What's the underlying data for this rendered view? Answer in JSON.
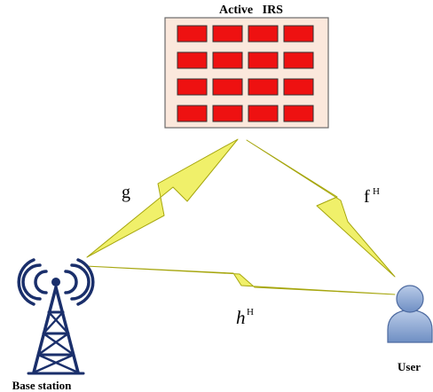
{
  "irs": {
    "label": "Active   IRS"
  },
  "base_station": {
    "label": "Base station"
  },
  "user": {
    "label": "User"
  },
  "links": {
    "g": {
      "symbol": "g"
    },
    "f": {
      "symbol": "f",
      "sup": "H"
    },
    "h": {
      "symbol": "h",
      "sup": "H"
    }
  },
  "colors": {
    "irs_panel_fill": "#fbe8dc",
    "irs_panel_stroke": "#6a6a6a",
    "irs_element": "#ee1111",
    "bolt_fill": "#f0f06a",
    "bolt_stroke": "#a6a60e",
    "tower": "#1a2f6b",
    "user_fill": "#8fa8d4"
  },
  "irs_grid": {
    "rows": 4,
    "cols": 4
  }
}
